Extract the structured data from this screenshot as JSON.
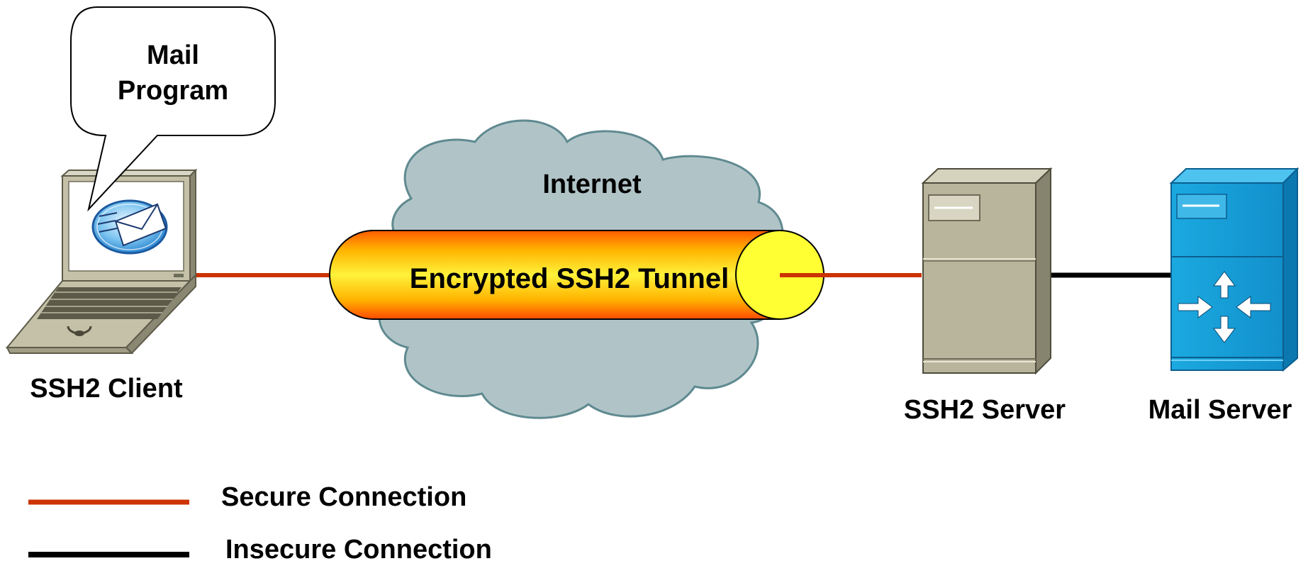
{
  "diagram": {
    "speech_bubble": {
      "line1": "Mail",
      "line2": "Program"
    },
    "cloud_label": "Internet",
    "tunnel_label": "Encrypted SSH2 Tunnel",
    "nodes": {
      "client": {
        "label": "SSH2 Client",
        "icon": "laptop-icon"
      },
      "ssh_server": {
        "label": "SSH2 Server",
        "icon": "server-tower-icon"
      },
      "mail_server": {
        "label": "Mail Server",
        "icon": "mail-server-icon"
      }
    },
    "legend": {
      "secure": {
        "label": "Secure Connection",
        "color": "#cc3300"
      },
      "insecure": {
        "label": "Insecure Connection",
        "color": "#000000"
      }
    }
  }
}
